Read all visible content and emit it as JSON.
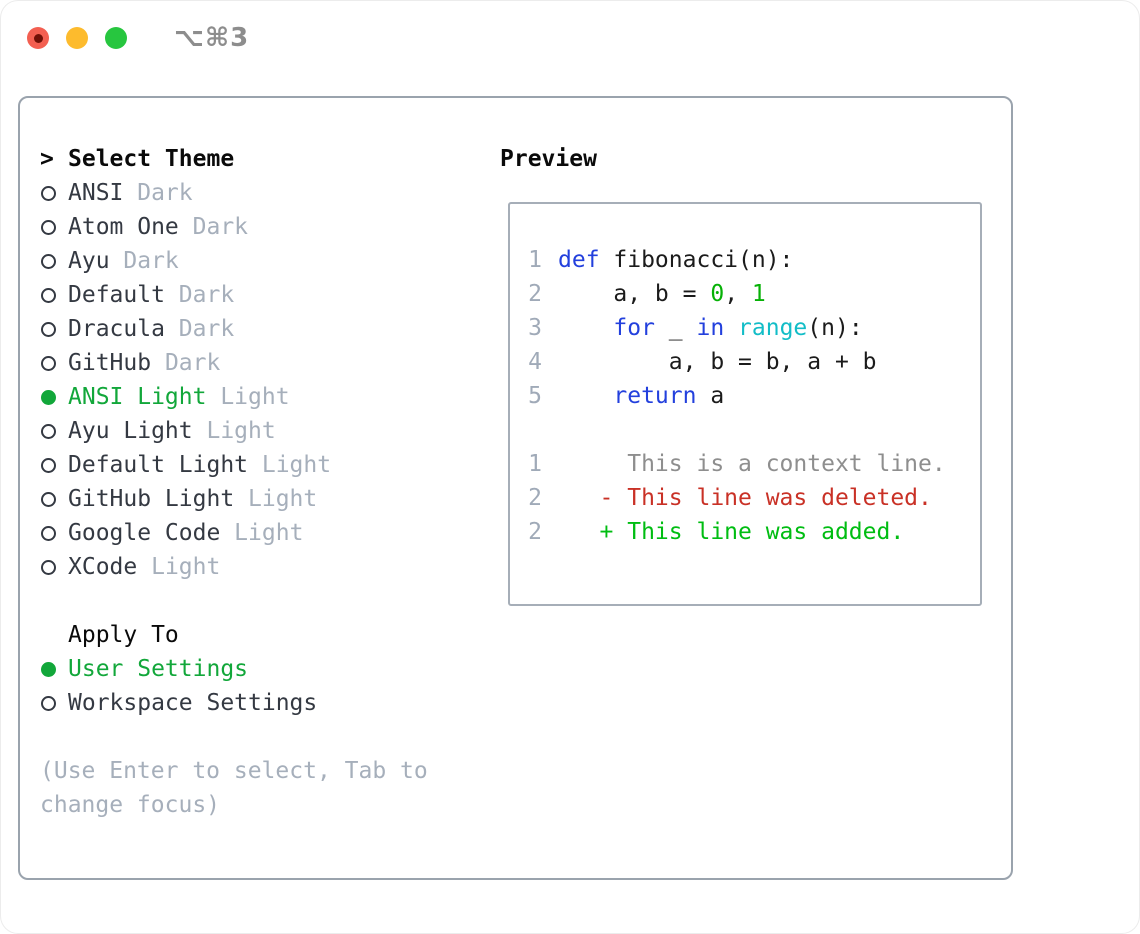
{
  "window": {
    "title": "⌥⌘3",
    "traffic_lights": [
      {
        "name": "close-button",
        "color_key": "traffic_red",
        "has_dot": true
      },
      {
        "name": "minimize-button",
        "color_key": "traffic_yellow",
        "has_dot": false
      },
      {
        "name": "zoom-button",
        "color_key": "traffic_green",
        "has_dot": false
      }
    ]
  },
  "left": {
    "prompt": ">",
    "title": "Select Theme",
    "themes": [
      {
        "label": "ANSI",
        "tag": "Dark",
        "selected": false
      },
      {
        "label": "Atom One",
        "tag": "Dark",
        "selected": false
      },
      {
        "label": "Ayu",
        "tag": "Dark",
        "selected": false
      },
      {
        "label": "Default",
        "tag": "Dark",
        "selected": false
      },
      {
        "label": "Dracula",
        "tag": "Dark",
        "selected": false
      },
      {
        "label": "GitHub",
        "tag": "Dark",
        "selected": false
      },
      {
        "label": "ANSI Light",
        "tag": "Light",
        "selected": true
      },
      {
        "label": "Ayu Light",
        "tag": "Light",
        "selected": false
      },
      {
        "label": "Default Light",
        "tag": "Light",
        "selected": false
      },
      {
        "label": "GitHub Light",
        "tag": "Light",
        "selected": false
      },
      {
        "label": "Google Code",
        "tag": "Light",
        "selected": false
      },
      {
        "label": "XCode",
        "tag": "Light",
        "selected": false
      }
    ],
    "apply_title": "Apply To",
    "apply_options": [
      {
        "label": "User Settings",
        "selected": true
      },
      {
        "label": "Workspace Settings",
        "selected": false
      }
    ],
    "hint_lines": [
      "(Use Enter to select, Tab to",
      "change focus)"
    ]
  },
  "right": {
    "title": "Preview",
    "code_lines": [
      {
        "num": "1",
        "segments": [
          {
            "t": "def",
            "c": "blue"
          },
          {
            "t": " fibonacci(n):",
            "c": "fg"
          }
        ]
      },
      {
        "num": "2",
        "segments": [
          {
            "t": "    a, b = ",
            "c": "fg"
          },
          {
            "t": "0",
            "c": "green"
          },
          {
            "t": ", ",
            "c": "fg"
          },
          {
            "t": "1",
            "c": "green"
          }
        ]
      },
      {
        "num": "3",
        "segments": [
          {
            "t": "    ",
            "c": "fg"
          },
          {
            "t": "for",
            "c": "blue"
          },
          {
            "t": " _ ",
            "c": "fg"
          },
          {
            "t": "in",
            "c": "blue"
          },
          {
            "t": " ",
            "c": "fg"
          },
          {
            "t": "range",
            "c": "cyan"
          },
          {
            "t": "(n):",
            "c": "fg"
          }
        ]
      },
      {
        "num": "4",
        "segments": [
          {
            "t": "        a, b = b, a + b",
            "c": "fg"
          }
        ]
      },
      {
        "num": "5",
        "segments": [
          {
            "t": "    ",
            "c": "fg"
          },
          {
            "t": "return",
            "c": "blue"
          },
          {
            "t": " a",
            "c": "fg"
          }
        ]
      },
      {
        "num": "",
        "segments": []
      },
      {
        "num": "1",
        "segments": [
          {
            "t": "     This is a context line.",
            "c": "gray"
          }
        ]
      },
      {
        "num": "2",
        "segments": [
          {
            "t": "   - This line was deleted.",
            "c": "red"
          }
        ]
      },
      {
        "num": "2",
        "segments": [
          {
            "t": "   + This line was added.",
            "c": "add"
          }
        ]
      }
    ]
  },
  "colors": {
    "black": "#0a0a0a",
    "item_dark": "#343942",
    "muted": "#a6afbb",
    "green": "#12a73a",
    "panel_border": "#9aa3ad",
    "preview_border": "#a6aeb8",
    "lineno": "#a0aab8",
    "code_fg": "#1b1b1b",
    "code_blue": "#2340dd",
    "code_cyan": "#12bdc7",
    "code_green": "#06b106",
    "diff_context": "#8e8e8e",
    "diff_red": "#c93126",
    "diff_add": "#00bd12",
    "title_gray": "#8d8d8d",
    "traffic_red": "#f35f51",
    "traffic_red_dot": "#701007",
    "traffic_yellow": "#fdbb2d",
    "traffic_green": "#27c63f"
  }
}
